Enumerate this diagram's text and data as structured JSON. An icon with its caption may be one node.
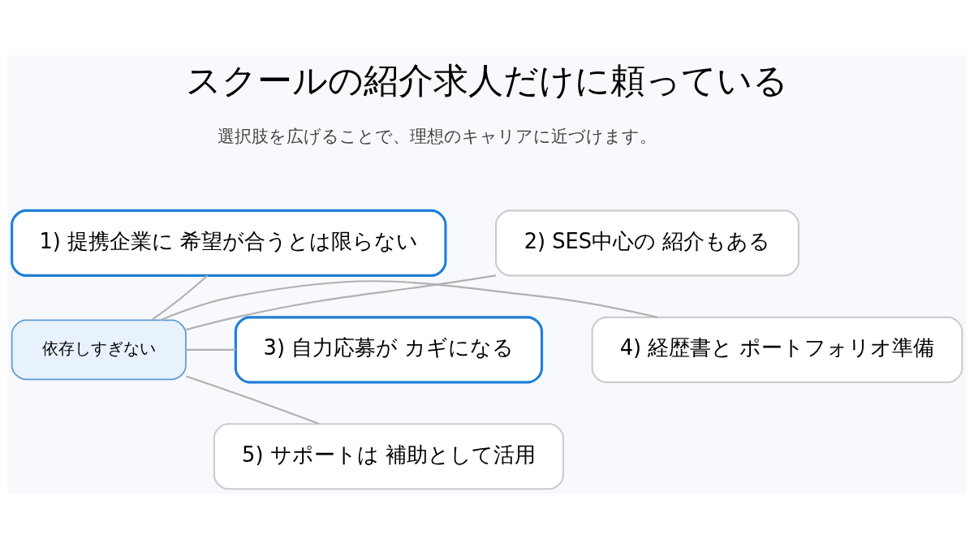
{
  "diagram": {
    "title": "スクールの紹介求人だけに頼っている",
    "nodes": [
      {
        "text": [
          "1) 提携企業に 希望が合うとは限らない"
        ]
      },
      {
        "text": [
          "2) SES中心の 紹介もある"
        ]
      },
      {
        "text": [
          "依存しすぎない"
        ]
      },
      {
        "text": [
          "3) 自力応募が カギになる"
        ]
      },
      {
        "text": [
          "4) 経歴書と ポートフォリオ準備"
        ]
      },
      {
        "text": [
          "5) サポートは 補助として活用"
        ]
      }
    ],
    "edges": [
      {
        "from": 2,
        "to": 0,
        "arrow": "none"
      },
      {
        "from": 2,
        "to": 1,
        "arrow": "none"
      },
      {
        "from": 2,
        "to": 3,
        "arrow": "none"
      },
      {
        "from": 2,
        "to": 4,
        "arrow": "none"
      },
      {
        "from": 2,
        "to": 5,
        "arrow": "none"
      }
    ],
    "labels": [
      "選択肢を広げることで、理想のキャリアに近づけます。"
    ]
  }
}
